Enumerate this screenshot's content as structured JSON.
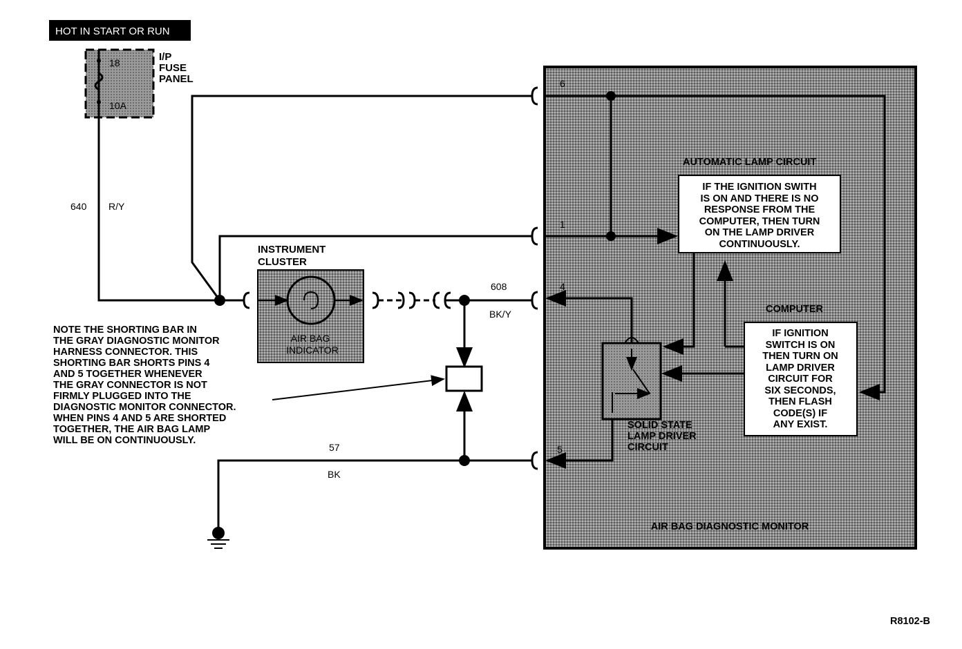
{
  "header_label": "HOT IN START OR RUN",
  "fuse_panel": {
    "label_lines": [
      "I/P",
      "FUSE",
      "PANEL"
    ],
    "pin": "18",
    "rating": "10A"
  },
  "wires": {
    "w640_number": "640",
    "w640_color": "R/Y",
    "w608_number": "608",
    "w608_color": "BK/Y",
    "w57_number": "57",
    "w57_color": "BK"
  },
  "instrument_cluster": {
    "title_lines": [
      "INSTRUMENT",
      "CLUSTER"
    ],
    "indicator_lines": [
      "AIR BAG",
      "INDICATOR"
    ]
  },
  "note_lines": [
    "NOTE THE SHORTING BAR IN",
    "THE GRAY DIAGNOSTIC MONITOR",
    "HARNESS CONNECTOR. THIS",
    "SHORTING BAR SHORTS PINS 4",
    "AND 5 TOGETHER WHENEVER",
    "THE GRAY CONNECTOR IS NOT",
    "FIRMLY PLUGGED INTO THE",
    "DIAGNOSTIC MONITOR CONNECTOR.",
    "WHEN PINS 4 AND 5 ARE SHORTED",
    "TOGETHER, THE AIR BAG LAMP",
    "WILL BE ON CONTINUOUSLY."
  ],
  "monitor": {
    "pins": [
      "6",
      "1",
      "4",
      "5"
    ],
    "automatic_lamp_circuit": "AUTOMATIC LAMP CIRCUIT",
    "box1_lines": [
      "IF THE IGNITION SWITH",
      "IS ON AND THERE IS NO",
      "RESPONSE FROM THE",
      "COMPUTER, THEN TURN",
      "ON THE LAMP DRIVER",
      "CONTINUOUSLY."
    ],
    "computer_label": "COMPUTER",
    "box2_lines": [
      "IF IGNITION",
      "SWITCH IS ON",
      "THEN TURN ON",
      "LAMP DRIVER",
      "CIRCUIT FOR",
      "SIX SECONDS,",
      "THEN FLASH",
      "CODE(S) IF",
      "ANY EXIST."
    ],
    "solid_state_lines": [
      "SOLID STATE",
      "LAMP DRIVER",
      "CIRCUIT"
    ],
    "title": "AIR BAG DIAGNOSTIC MONITOR"
  },
  "figure_code": "R8102-B"
}
